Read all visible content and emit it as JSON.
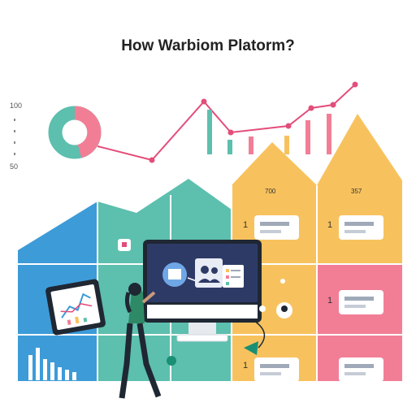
{
  "title": "How Warbiom Platorm?",
  "top_left_axis": {
    "tick_top": "100",
    "tick_bottom": "50"
  },
  "roofs": {
    "left_label": "700",
    "right_label": "357"
  },
  "row_markers": [
    "1",
    "1",
    "1",
    "1"
  ],
  "colors": {
    "blue": "#3d9bd8",
    "teal": "#5dbfae",
    "yellow": "#f7c25e",
    "pink": "#f27e96",
    "pink_line": "#e34d7a",
    "navy": "#2e3a66",
    "dark": "#1f2733",
    "green_shirt": "#2e8a66"
  }
}
